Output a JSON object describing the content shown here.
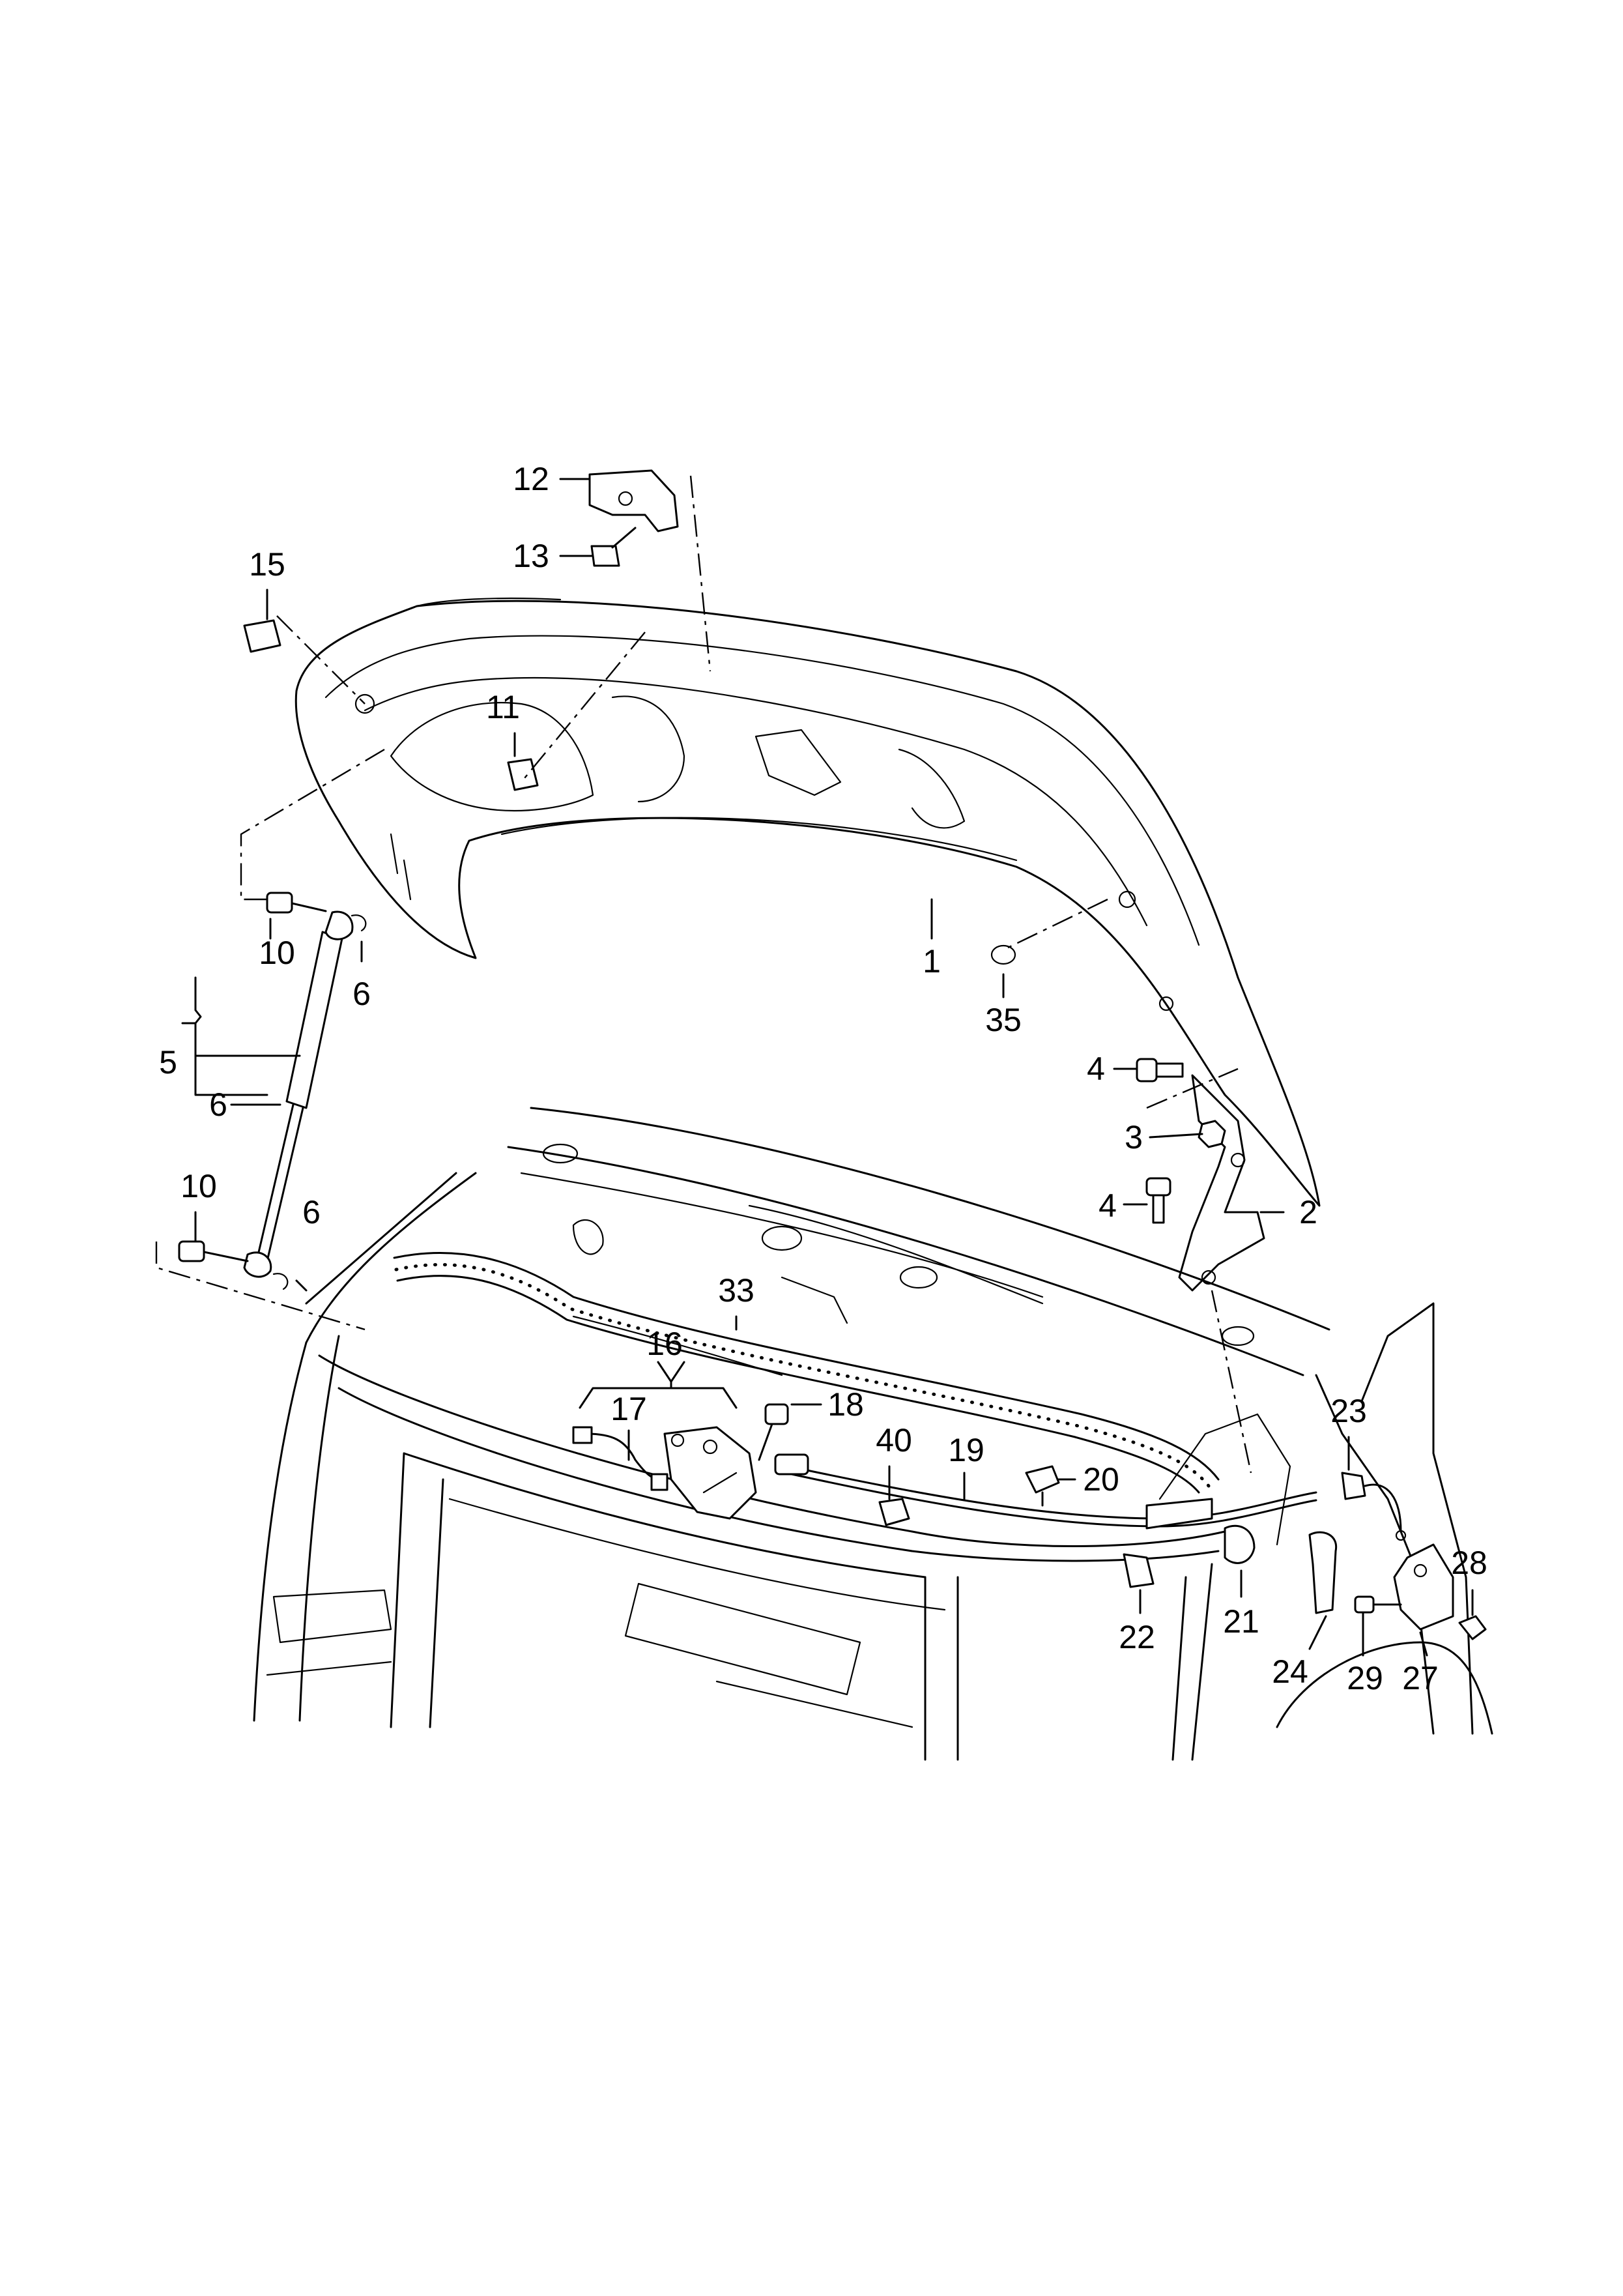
{
  "callouts": {
    "c1": "1",
    "c2": "2",
    "c3": "3",
    "c4a": "4",
    "c4b": "4",
    "c5": "5",
    "c6a": "6",
    "c6b": "6",
    "c6c": "6",
    "c10a": "10",
    "c10b": "10",
    "c11": "11",
    "c12": "12",
    "c13": "13",
    "c15": "15",
    "c16": "16",
    "c17": "17",
    "c18": "18",
    "c19": "19",
    "c20": "20",
    "c21": "21",
    "c22": "22",
    "c23": "23",
    "c24": "24",
    "c27": "27",
    "c28": "28",
    "c29": "29",
    "c33": "33",
    "c35": "35",
    "c40": "40"
  }
}
